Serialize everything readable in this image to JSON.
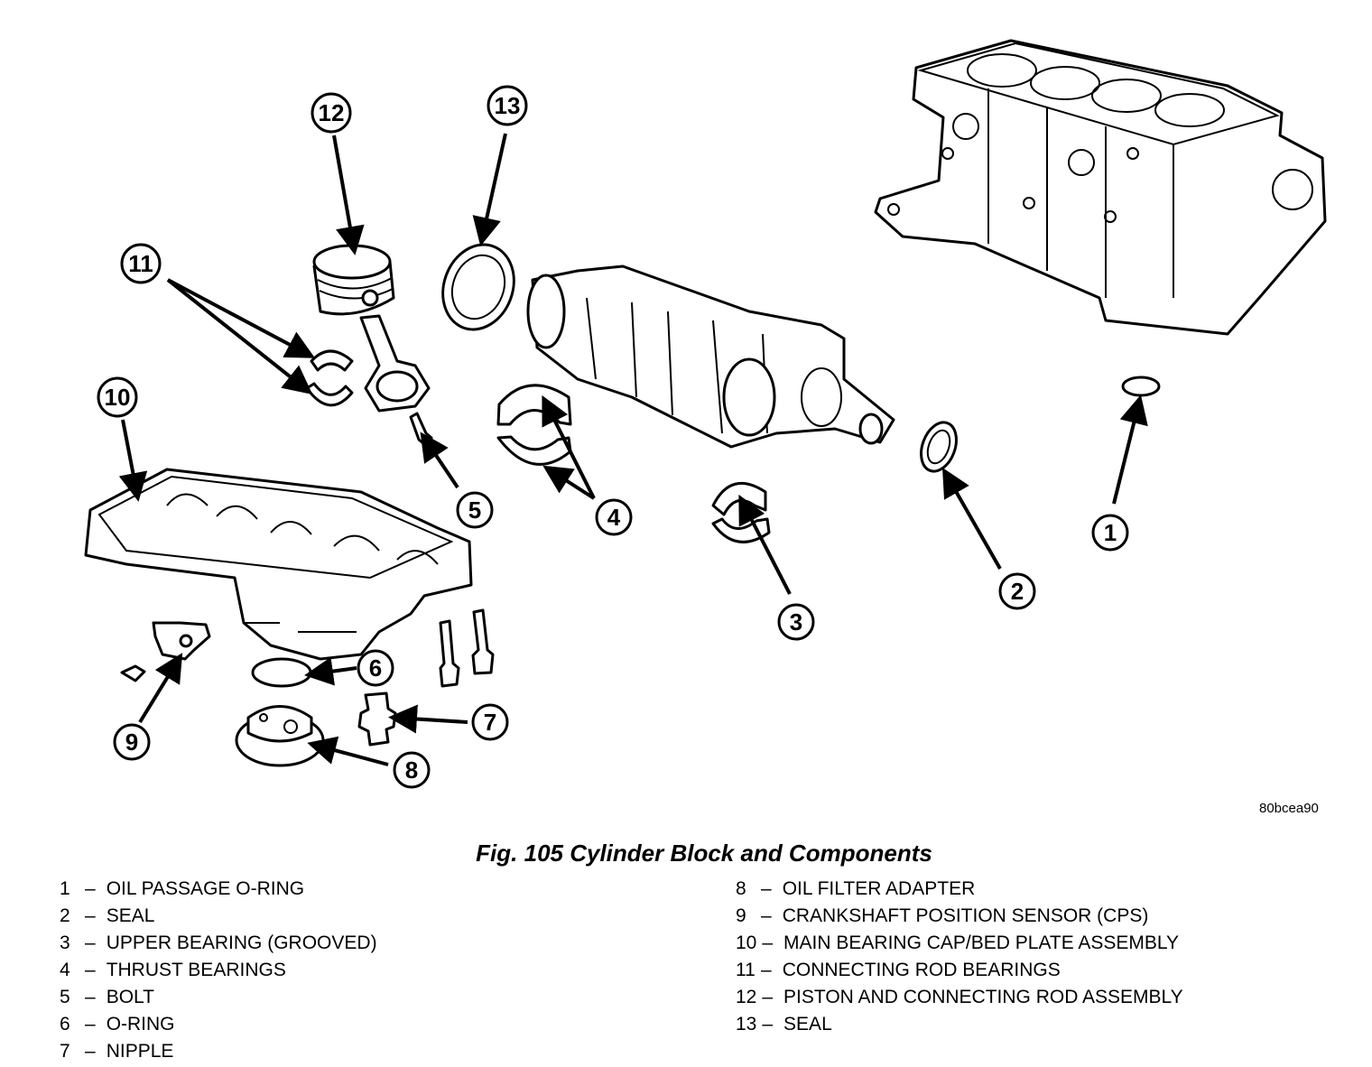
{
  "caption": "Fig. 105 Cylinder Block and Components",
  "image_code": "80bcea90",
  "callouts": [
    {
      "number": "1",
      "label": "OIL PASSAGE O-RING"
    },
    {
      "number": "2",
      "label": "SEAL"
    },
    {
      "number": "3",
      "label": "UPPER BEARING (GROOVED)"
    },
    {
      "number": "4",
      "label": "THRUST BEARINGS"
    },
    {
      "number": "5",
      "label": "BOLT"
    },
    {
      "number": "6",
      "label": "O-RING"
    },
    {
      "number": "7",
      "label": "NIPPLE"
    },
    {
      "number": "8",
      "label": "OIL FILTER ADAPTER"
    },
    {
      "number": "9",
      "label": "CRANKSHAFT POSITION SENSOR (CPS)"
    },
    {
      "number": "10",
      "label": "MAIN BEARING CAP/BED PLATE ASSEMBLY"
    },
    {
      "number": "11",
      "label": "CONNECTING ROD BEARINGS"
    },
    {
      "number": "12",
      "label": "PISTON AND CONNECTING ROD ASSEMBLY"
    },
    {
      "number": "13",
      "label": "SEAL"
    }
  ],
  "legend": {
    "dash": "–",
    "left": [
      {
        "num": "1",
        "text": "OIL PASSAGE O-RING"
      },
      {
        "num": "2",
        "text": "SEAL"
      },
      {
        "num": "3",
        "text": "UPPER BEARING (GROOVED)"
      },
      {
        "num": "4",
        "text": "THRUST BEARINGS"
      },
      {
        "num": "5",
        "text": "BOLT"
      },
      {
        "num": "6",
        "text": "O-RING"
      },
      {
        "num": "7",
        "text": "NIPPLE"
      }
    ],
    "right": [
      {
        "num": "8",
        "text": "OIL FILTER ADAPTER"
      },
      {
        "num": "9",
        "text": "CRANKSHAFT POSITION SENSOR (CPS)"
      },
      {
        "num": "10",
        "text": "MAIN BEARING CAP/BED PLATE ASSEMBLY"
      },
      {
        "num": "11",
        "text": "CONNECTING ROD BEARINGS"
      },
      {
        "num": "12",
        "text": "PISTON AND CONNECTING ROD ASSEMBLY"
      },
      {
        "num": "13",
        "text": "SEAL"
      }
    ]
  }
}
